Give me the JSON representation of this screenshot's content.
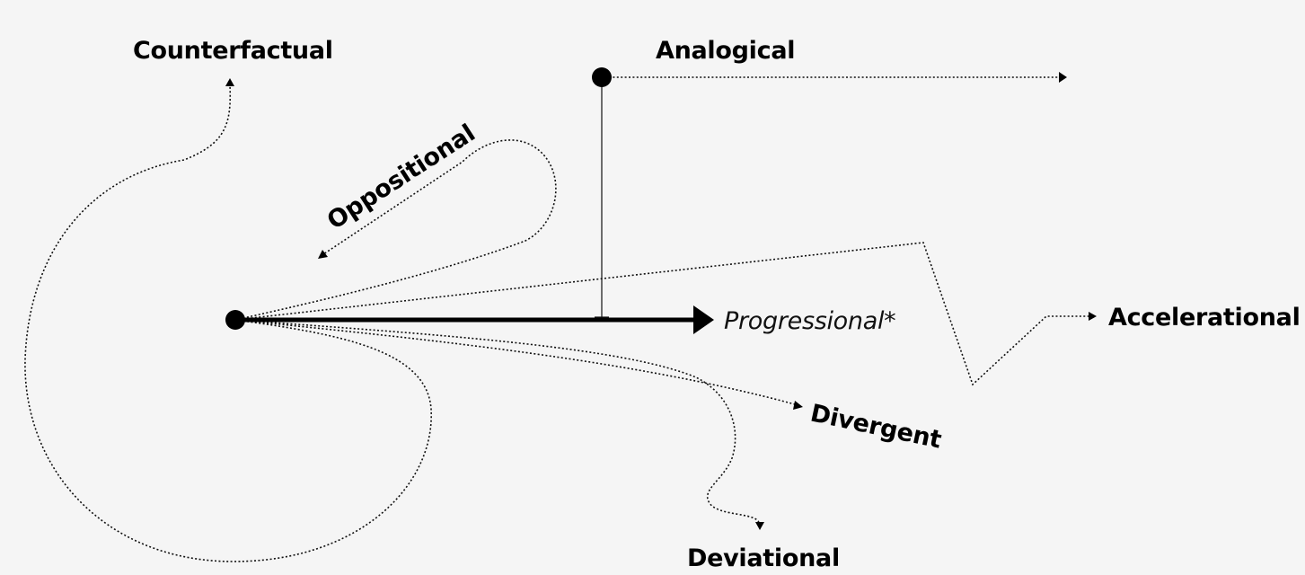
{
  "diagram": {
    "labels": {
      "counterfactual": "Counterfactual",
      "analogical": "Analogical",
      "oppositional": "Oppositional",
      "progressional": "Progressional*",
      "accelerational": "Accelerational",
      "divergent": "Divergent",
      "deviational": "Deviational"
    }
  }
}
